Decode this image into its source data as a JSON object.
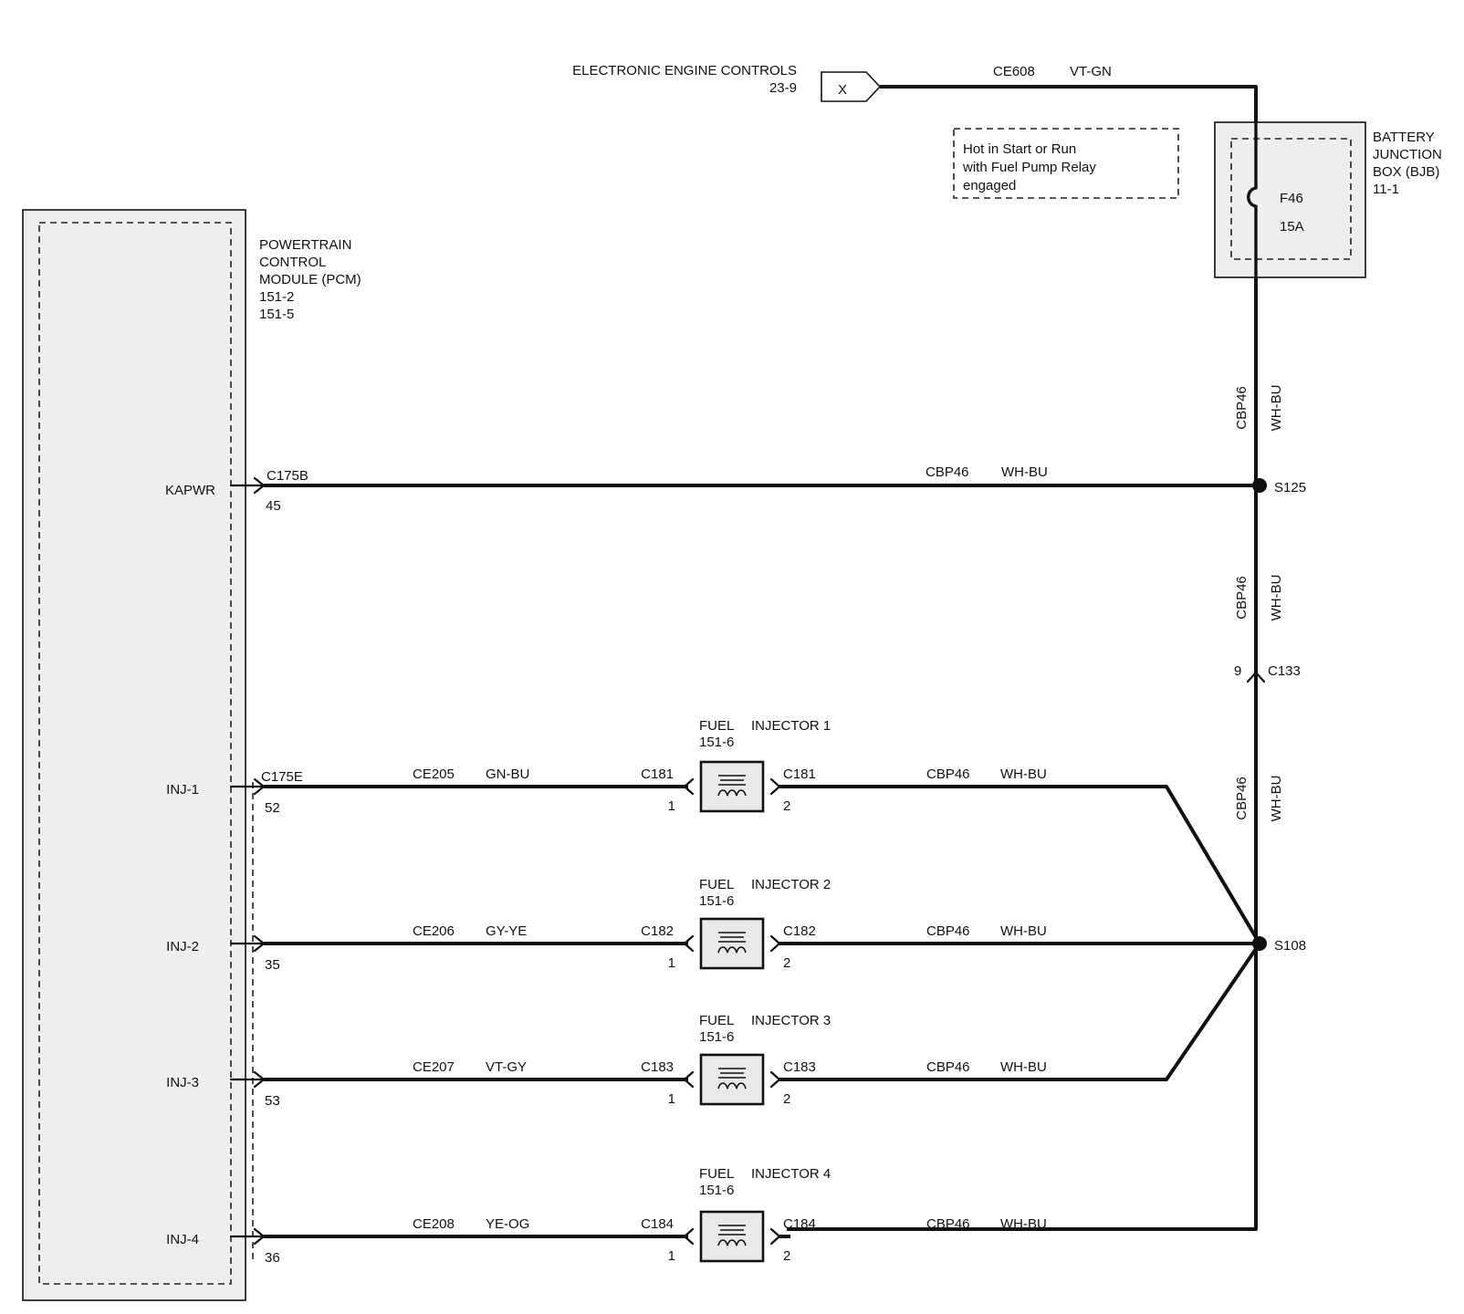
{
  "eec": {
    "label": "ELECTRONIC ENGINE CONTROLS",
    "page": "23-9",
    "connector": "X"
  },
  "top_wire": {
    "circuit": "CE608",
    "color": "VT-GN"
  },
  "note": [
    "Hot in Start or Run",
    "with Fuel Pump Relay",
    "engaged"
  ],
  "bjb": {
    "title": [
      "BATTERY",
      "JUNCTION",
      "BOX (BJB)",
      "11-1"
    ],
    "fuse": "F46",
    "rating": "15A"
  },
  "pcm": {
    "title": [
      "POWERTRAIN",
      "CONTROL",
      "MODULE (PCM)",
      "151-2",
      "151-5"
    ]
  },
  "kapwr": {
    "pin_label": "KAPWR",
    "connector": "C175B",
    "pin": "45",
    "circuit": "CBP46",
    "color": "WH-BU"
  },
  "splices": {
    "s125": "S125",
    "s108": "S108"
  },
  "vertical_labels": [
    {
      "circuit": "CBP46",
      "color": "WH-BU"
    },
    {
      "circuit": "CBP46",
      "color": "WH-BU"
    },
    {
      "circuit": "CBP46",
      "color": "WH-BU"
    }
  ],
  "c133": {
    "connector": "C133",
    "pin": "9"
  },
  "injectors": [
    {
      "pin_label": "INJ-1",
      "pcm_connector": "C175E",
      "pcm_pin": "52",
      "circuit": "CE205",
      "color": "GN-BU",
      "name_a": "FUEL",
      "name_b": "INJECTOR 1",
      "page": "151-6",
      "connector": "C181",
      "pin_in": "1",
      "pin_out": "2",
      "out_circuit": "CBP46",
      "out_color": "WH-BU"
    },
    {
      "pin_label": "INJ-2",
      "pcm_connector": "",
      "pcm_pin": "35",
      "circuit": "CE206",
      "color": "GY-YE",
      "name_a": "FUEL",
      "name_b": "INJECTOR 2",
      "page": "151-6",
      "connector": "C182",
      "pin_in": "1",
      "pin_out": "2",
      "out_circuit": "CBP46",
      "out_color": "WH-BU"
    },
    {
      "pin_label": "INJ-3",
      "pcm_connector": "",
      "pcm_pin": "53",
      "circuit": "CE207",
      "color": "VT-GY",
      "name_a": "FUEL",
      "name_b": "INJECTOR 3",
      "page": "151-6",
      "connector": "C183",
      "pin_in": "1",
      "pin_out": "2",
      "out_circuit": "CBP46",
      "out_color": "WH-BU"
    },
    {
      "pin_label": "INJ-4",
      "pcm_connector": "",
      "pcm_pin": "36",
      "circuit": "CE208",
      "color": "YE-OG",
      "name_a": "FUEL",
      "name_b": "INJECTOR 4",
      "page": "151-6",
      "connector": "C184",
      "pin_in": "1",
      "pin_out": "2",
      "out_circuit": "CBP46",
      "out_color": "WH-BU"
    }
  ]
}
